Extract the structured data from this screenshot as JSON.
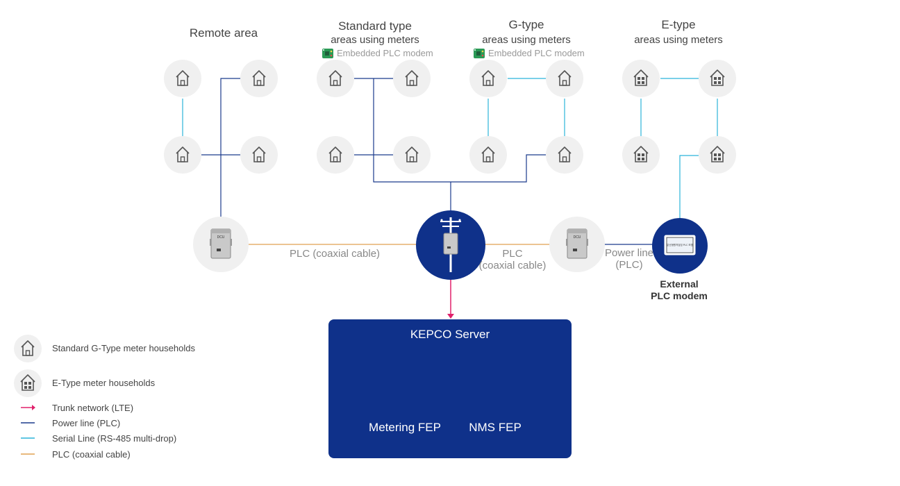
{
  "areas": {
    "remote": {
      "title": "Remote area"
    },
    "standard": {
      "title": "Standard type",
      "subtitle": "areas using meters",
      "embedded": "Embedded PLC modem"
    },
    "gtype": {
      "title": "G-type",
      "subtitle": "areas using meters",
      "embedded": "Embedded PLC modem"
    },
    "etype": {
      "title": "E-type",
      "subtitle": "areas using meters"
    }
  },
  "links": {
    "plc_left": "PLC (coaxial cable)",
    "plc_right_1": "PLC",
    "plc_right_2": "(coaxial cable)",
    "power_line_1": "Power line",
    "power_line_2": "(PLC)"
  },
  "external_modem": {
    "line1": "External",
    "line2": "PLC modem",
    "screen_text": "분산형원격검침 PLC 모뎀"
  },
  "dcu_text": "DCU",
  "server": {
    "title": "KEPCO Server",
    "metering": "Metering FEP",
    "nms": "NMS FEP"
  },
  "legend": {
    "standard_households": "Standard G-Type meter households",
    "etype_households": "E-Type meter households",
    "trunk": "Trunk network (LTE)",
    "power": "Power line (PLC)",
    "serial": "Serial Line (RS-485 multi-drop)",
    "plc": "PLC (coaxial cable)"
  },
  "colors": {
    "node_bg": "#f0f0f0",
    "navy": "#0f318a",
    "power_line": "#1a3a8c",
    "serial_line": "#2ab3d9",
    "plc_cable": "#e0a050",
    "trunk": "#e0206b",
    "icon": "#555555"
  },
  "icons": {
    "standard_house": "house-icon",
    "etype_house": "apartment-house-icon",
    "dcu": "dcu-box-icon",
    "pole": "utility-pole-icon",
    "modem": "external-modem-icon",
    "server": "server-rack-icon",
    "chip": "pcb-chip-icon"
  }
}
